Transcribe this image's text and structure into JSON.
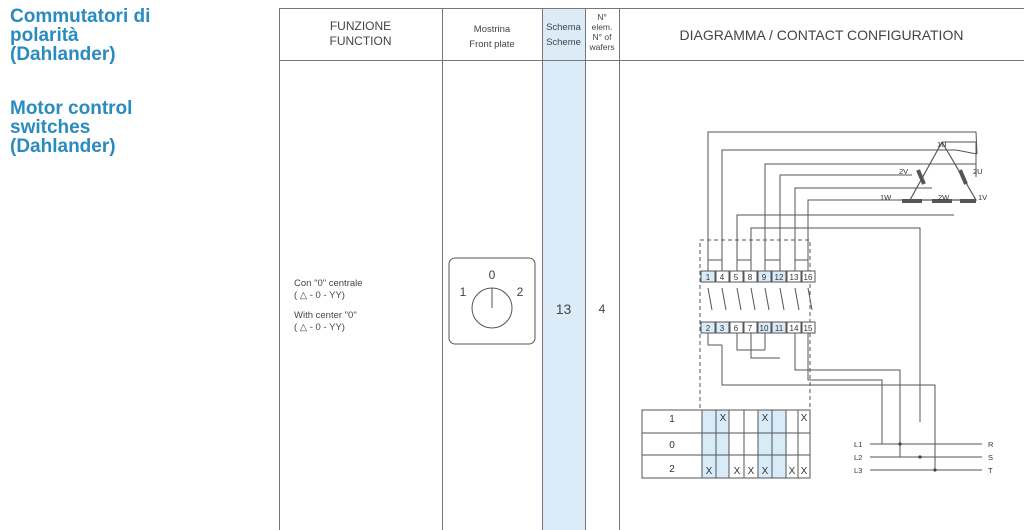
{
  "side": {
    "title_it": [
      "Commutatori di",
      "polarità",
      "(Dahlander)"
    ],
    "title_en": [
      "Motor control",
      "switches",
      "(Dahlander)"
    ]
  },
  "header": {
    "funzione": "FUNZIONE",
    "function": "FUNCTION",
    "mostrina": "Mostrina",
    "front_plate": "Front plate",
    "schema": "Schema",
    "scheme": "Scheme",
    "nelem_1": "N°",
    "nelem_2": "elem.",
    "nelem_3": "N° of",
    "nelem_4": "wafers",
    "diagram": "DIAGRAMMA / CONTACT CONFIGURATION"
  },
  "row": {
    "function_it_1": "Con \"0\" centrale",
    "function_it_2": "( △ - 0 - YY)",
    "function_en_1": "With center \"0\"",
    "function_en_2": "( △ - 0 - YY)",
    "dial_0": "0",
    "dial_1": "1",
    "dial_2": "2",
    "scheme": "13",
    "wafers": "4"
  },
  "diagram": {
    "top_terminals": [
      "1",
      "4",
      "5",
      "8",
      "9",
      "12",
      "13",
      "16"
    ],
    "bottom_terminals": [
      "2",
      "3",
      "6",
      "7",
      "10",
      "11",
      "14",
      "15"
    ],
    "motor_labels": [
      "1U",
      "2V",
      "2U",
      "1W",
      "2W",
      "1V"
    ],
    "lines": [
      "L1",
      "L2",
      "L3"
    ],
    "phases": [
      "R",
      "S",
      "T"
    ],
    "positions": [
      "1",
      "0",
      "2"
    ],
    "pos1_marks": [
      "X",
      "X",
      "X"
    ],
    "pos2_marks": [
      "X",
      "X",
      "X",
      "X",
      "X",
      "X"
    ]
  }
}
